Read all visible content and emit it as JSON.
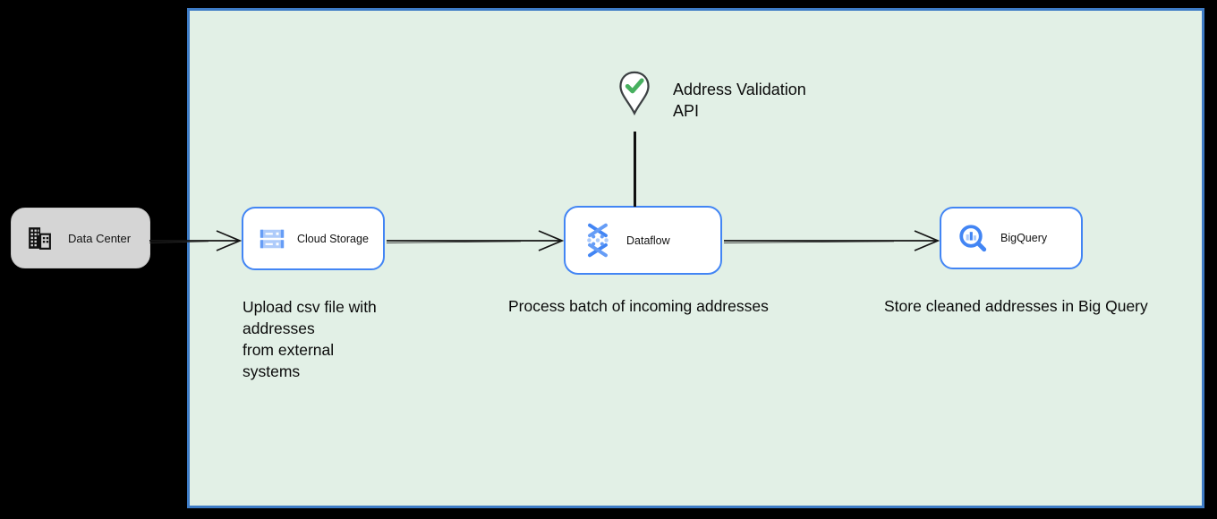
{
  "external_node": {
    "label": "Data Center",
    "icon": "building-icon"
  },
  "pipeline_nodes": [
    {
      "id": "cloud_storage",
      "label": "Cloud Storage",
      "icon": "cloud-storage-icon"
    },
    {
      "id": "dataflow",
      "label": "Dataflow",
      "icon": "dataflow-icon"
    },
    {
      "id": "bigquery",
      "label": "BigQuery",
      "icon": "bigquery-icon"
    }
  ],
  "annotation": {
    "label": "Address Validation\nAPI",
    "icon": "map-pin-check-icon"
  },
  "captions": {
    "cloud_storage": "Upload csv file with\naddresses\nfrom external\nsystems",
    "dataflow": "Process batch of incoming addresses",
    "bigquery": "Store cleaned addresses in Big Query"
  },
  "connectors": [
    {
      "from": "data-center",
      "to": "cloud-storage",
      "style": "open-arrow"
    },
    {
      "from": "cloud-storage",
      "to": "dataflow",
      "style": "open-arrow"
    },
    {
      "from": "dataflow",
      "to": "bigquery",
      "style": "open-arrow"
    },
    {
      "from": "address-validation-api",
      "to": "dataflow",
      "style": "plain-line"
    }
  ],
  "colors": {
    "canvas_background": "#000000",
    "panel_fill": "#e2f0e6",
    "panel_border": "#3e7cc6",
    "node_border": "#4285f4",
    "node_fill": "#ffffff",
    "external_node_fill": "#d5d5d5",
    "icon_blue": "#4285f4",
    "icon_blue_mid": "#669df6",
    "icon_blue_light": "#aecbfa",
    "check_green": "#47b05f",
    "pin_outline": "#3c4043",
    "text": "#000000"
  }
}
